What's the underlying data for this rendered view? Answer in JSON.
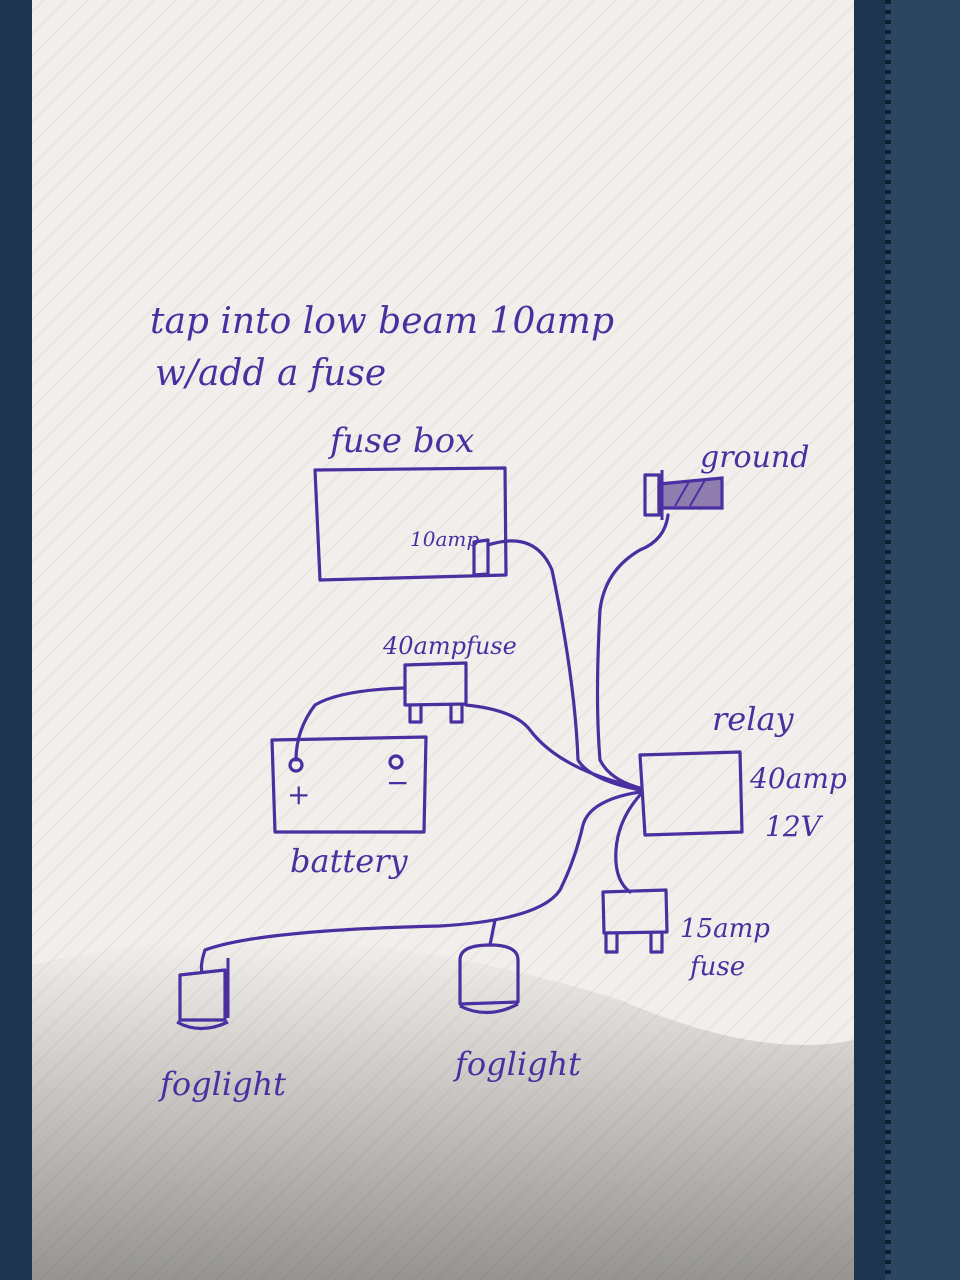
{
  "colors": {
    "ink": "#4a2fa0",
    "paper": "#f1efeb",
    "fabric": "#1d3550"
  },
  "note": {
    "line1": "tap into low beam 10amp",
    "line2": "w/add a fuse"
  },
  "labels": {
    "fuse_box": "fuse box",
    "fuse_box_slot": "10amp",
    "ground": "ground",
    "fuse_40": "40ampfuse",
    "battery": "battery",
    "battery_plus": "+",
    "battery_minus": "−",
    "relay": "relay",
    "relay_rating_1": "40amp",
    "relay_rating_2": "12V",
    "fuse_15_1": "15amp",
    "fuse_15_2": "fuse",
    "foglight_left": "foglight",
    "foglight_right": "foglight"
  }
}
